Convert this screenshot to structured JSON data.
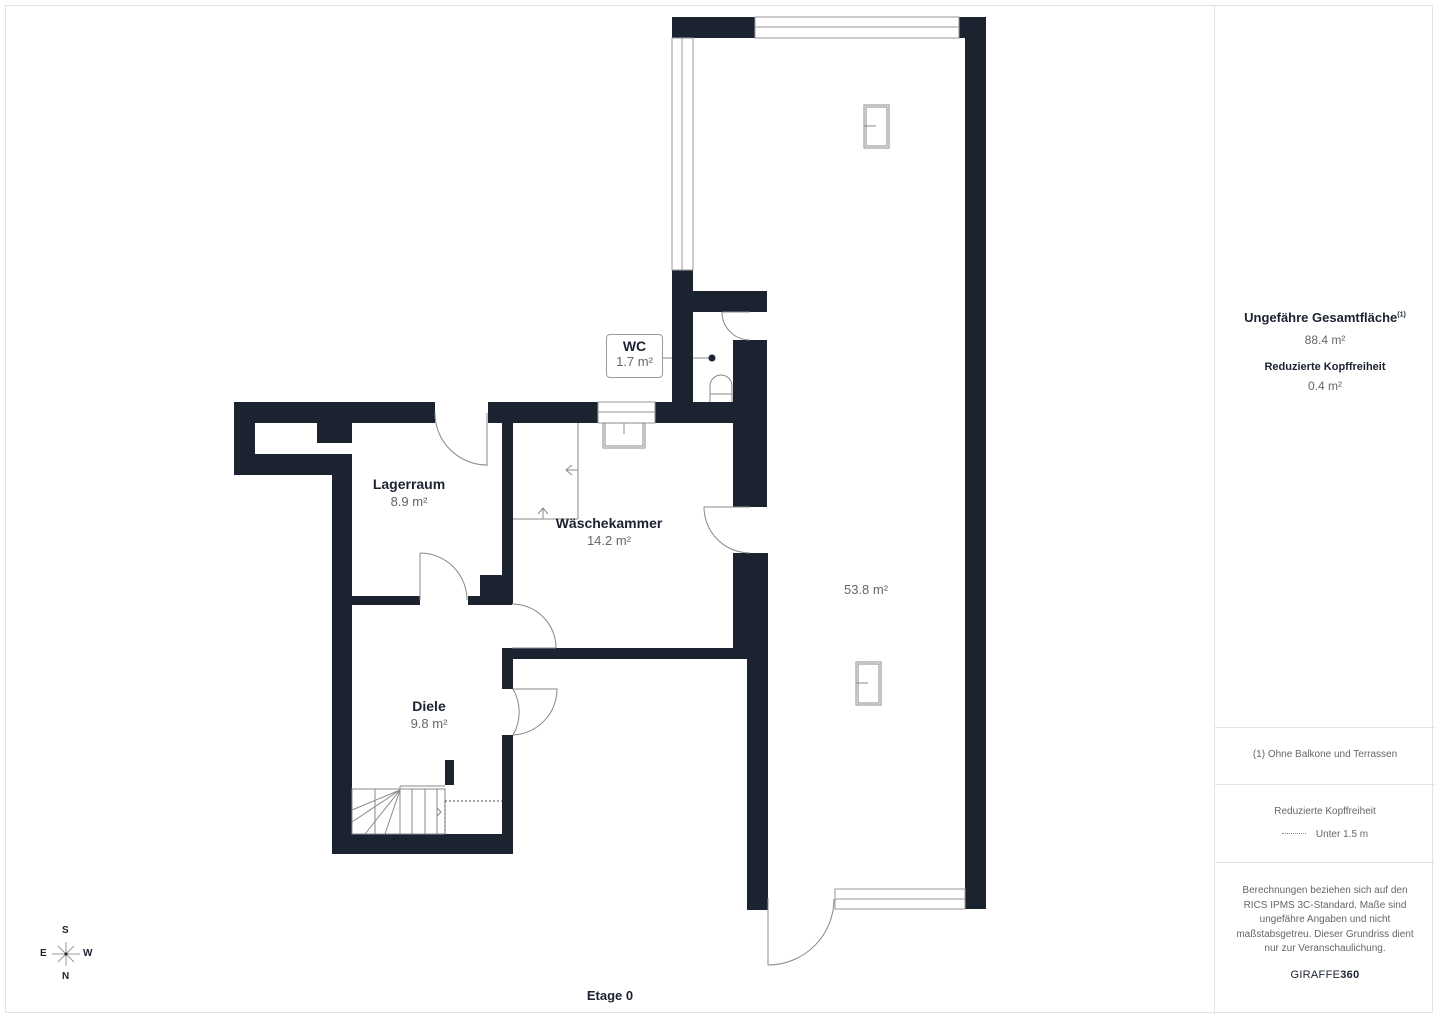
{
  "floor": {
    "label": "Etage 0"
  },
  "rooms": [
    {
      "id": "wc",
      "name": "WC",
      "area": "1.7 m²"
    },
    {
      "id": "lagerraum",
      "name": "Lagerraum",
      "area": "8.9 m²"
    },
    {
      "id": "waeschekammer",
      "name": "Wäschekammer",
      "area": "14.2 m²"
    },
    {
      "id": "diele",
      "name": "Diele",
      "area": "9.8 m²"
    },
    {
      "id": "main-room",
      "name": "",
      "area": "53.8 m²"
    }
  ],
  "compass": {
    "north": "N",
    "south": "S",
    "east": "E",
    "west": "W"
  },
  "sidebar": {
    "total_area_title": "Ungefähre Gesamtfläche",
    "total_area_footnote": "(1)",
    "total_area_value": "88.4 m²",
    "reduced_headroom_title": "Reduzierte Kopffreiheit",
    "reduced_headroom_value": "0.4 m²",
    "footnote_text": "(1) Ohne Balkone und Terrassen",
    "legend_title": "Reduzierte Kopffreiheit",
    "legend_item": "Unter 1.5 m",
    "disclaimer": "Berechnungen beziehen sich auf den RICS IPMS 3C-Standard. Maße sind ungefähre Angaben und nicht maßstabsgetreu. Dieser Grundriss dient nur zur Veranschaulichung.",
    "brand_prefix": "GIRAFFE",
    "brand_suffix": "360"
  },
  "colors": {
    "wall": "#1b2230",
    "line": "#9a9a9a",
    "text_muted": "#666666",
    "border": "#e3e3e3"
  }
}
